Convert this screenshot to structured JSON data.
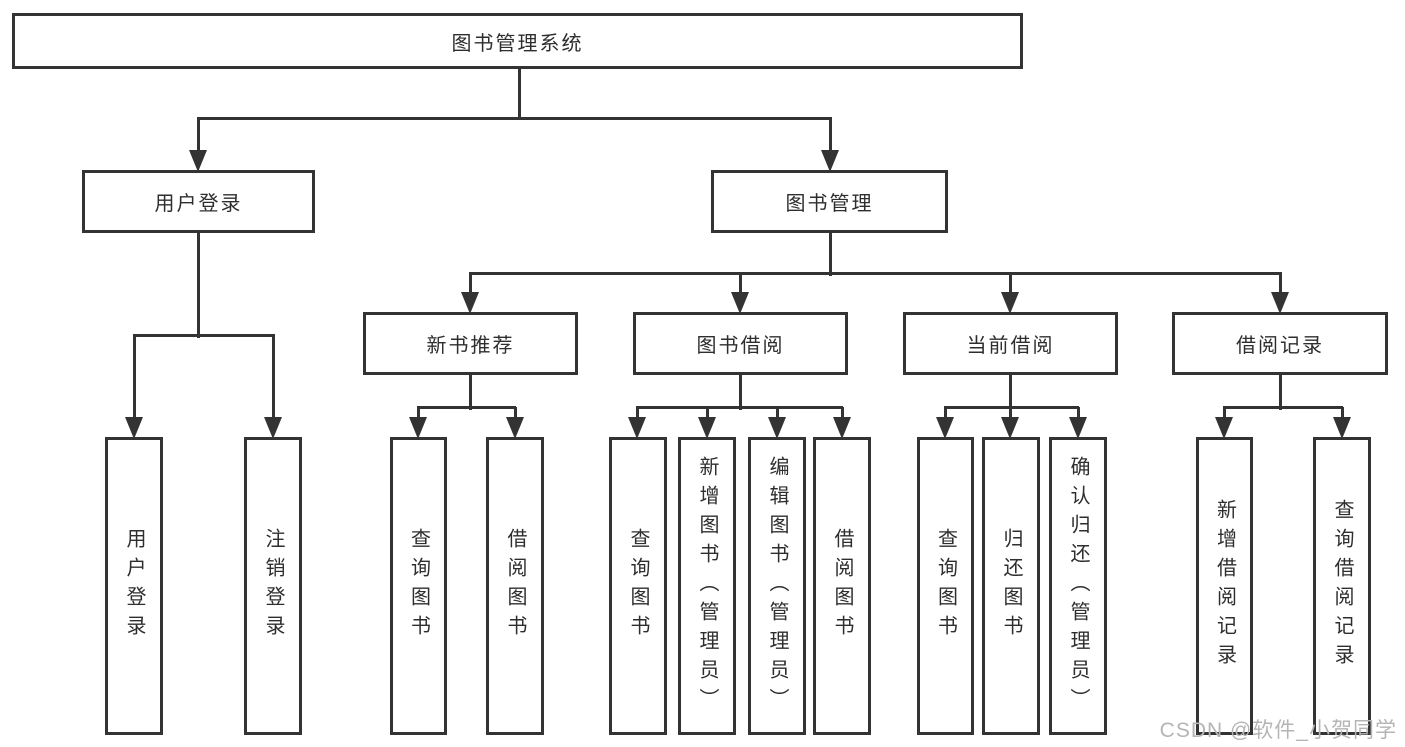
{
  "diagram": {
    "root": {
      "label": "图书管理系统"
    },
    "level2": {
      "user_login": {
        "label": "用户登录"
      },
      "book_management": {
        "label": "图书管理"
      }
    },
    "level3": {
      "new_book_recommend": {
        "label": "新书推荐"
      },
      "book_borrow": {
        "label": "图书借阅"
      },
      "current_borrow": {
        "label": "当前借阅"
      },
      "borrow_record": {
        "label": "借阅记录"
      }
    },
    "leaves": {
      "user_login_group": [
        "用户登录",
        "注销登录"
      ],
      "new_book_group": [
        "查询图书",
        "借阅图书"
      ],
      "book_borrow_group": [
        "查询图书",
        "新增图书（管理员）",
        "编辑图书（管理员）",
        "借阅图书"
      ],
      "current_borrow_group": [
        "查询图书",
        "归还图书",
        "确认归还（管理员）"
      ],
      "borrow_record_group": [
        "新增借阅记录",
        "查询借阅记录"
      ]
    }
  },
  "watermark": "CSDN @软件_小贺同学",
  "colors": {
    "line": "#333333",
    "box_border": "#333333",
    "text": "#2e2e2e",
    "watermark": "#b5b5b5",
    "background": "#ffffff"
  }
}
